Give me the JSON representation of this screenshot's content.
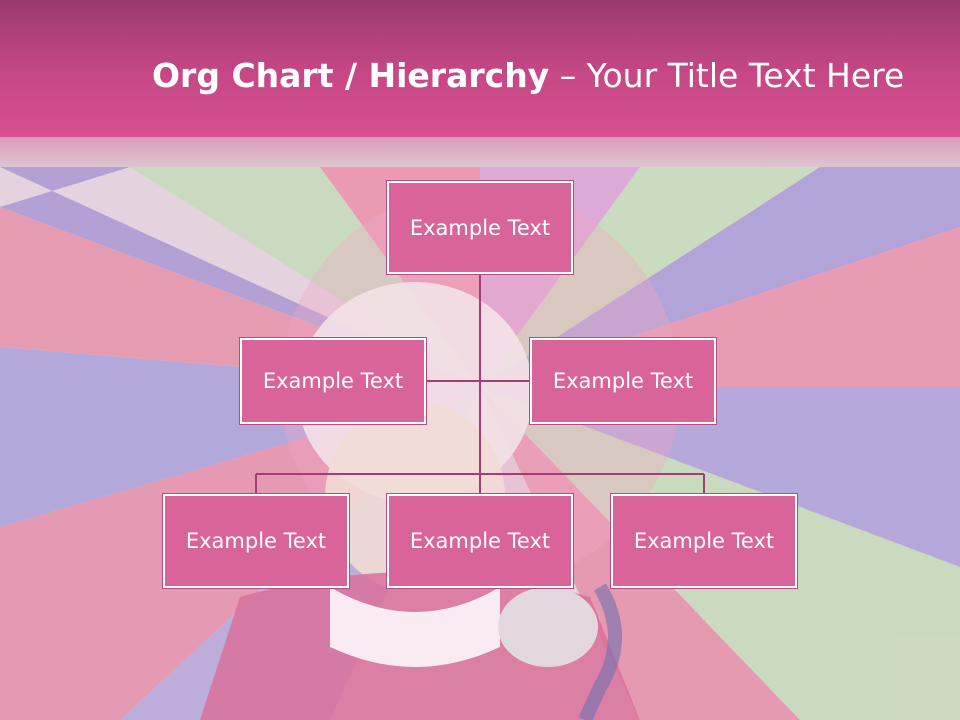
{
  "slide": {
    "title_bold": "Org Chart / Hierarchy",
    "title_rest": " – Your Title Text Here"
  },
  "org_chart": {
    "root": {
      "label": "Example Text"
    },
    "assistants": [
      {
        "label": "Example Text"
      },
      {
        "label": "Example Text"
      }
    ],
    "children": [
      {
        "label": "Example Text"
      },
      {
        "label": "Example Text"
      },
      {
        "label": "Example Text"
      }
    ]
  },
  "colors": {
    "header": "#c74886",
    "node_fill": "#d9649a",
    "node_border": "#ffffff",
    "connector": "#a63c74"
  }
}
